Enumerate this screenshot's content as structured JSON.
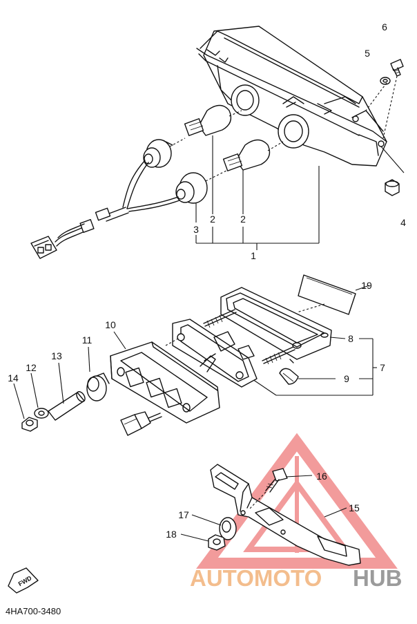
{
  "diagram": {
    "part_labels": [
      "1",
      "2",
      "2",
      "3",
      "4",
      "5",
      "6",
      "7",
      "8",
      "9",
      "10",
      "11",
      "12",
      "13",
      "14",
      "15",
      "16",
      "17",
      "18",
      "19"
    ],
    "drawing_code": "4HA700-3480",
    "fwd_label": "FWD",
    "watermark": {
      "brand_a": "AUTOMOTO",
      "brand_b": "HUB",
      "color_a": "#f2b27a",
      "color_b": "#8a8a8a",
      "logo_color": "#e84a4a"
    }
  }
}
